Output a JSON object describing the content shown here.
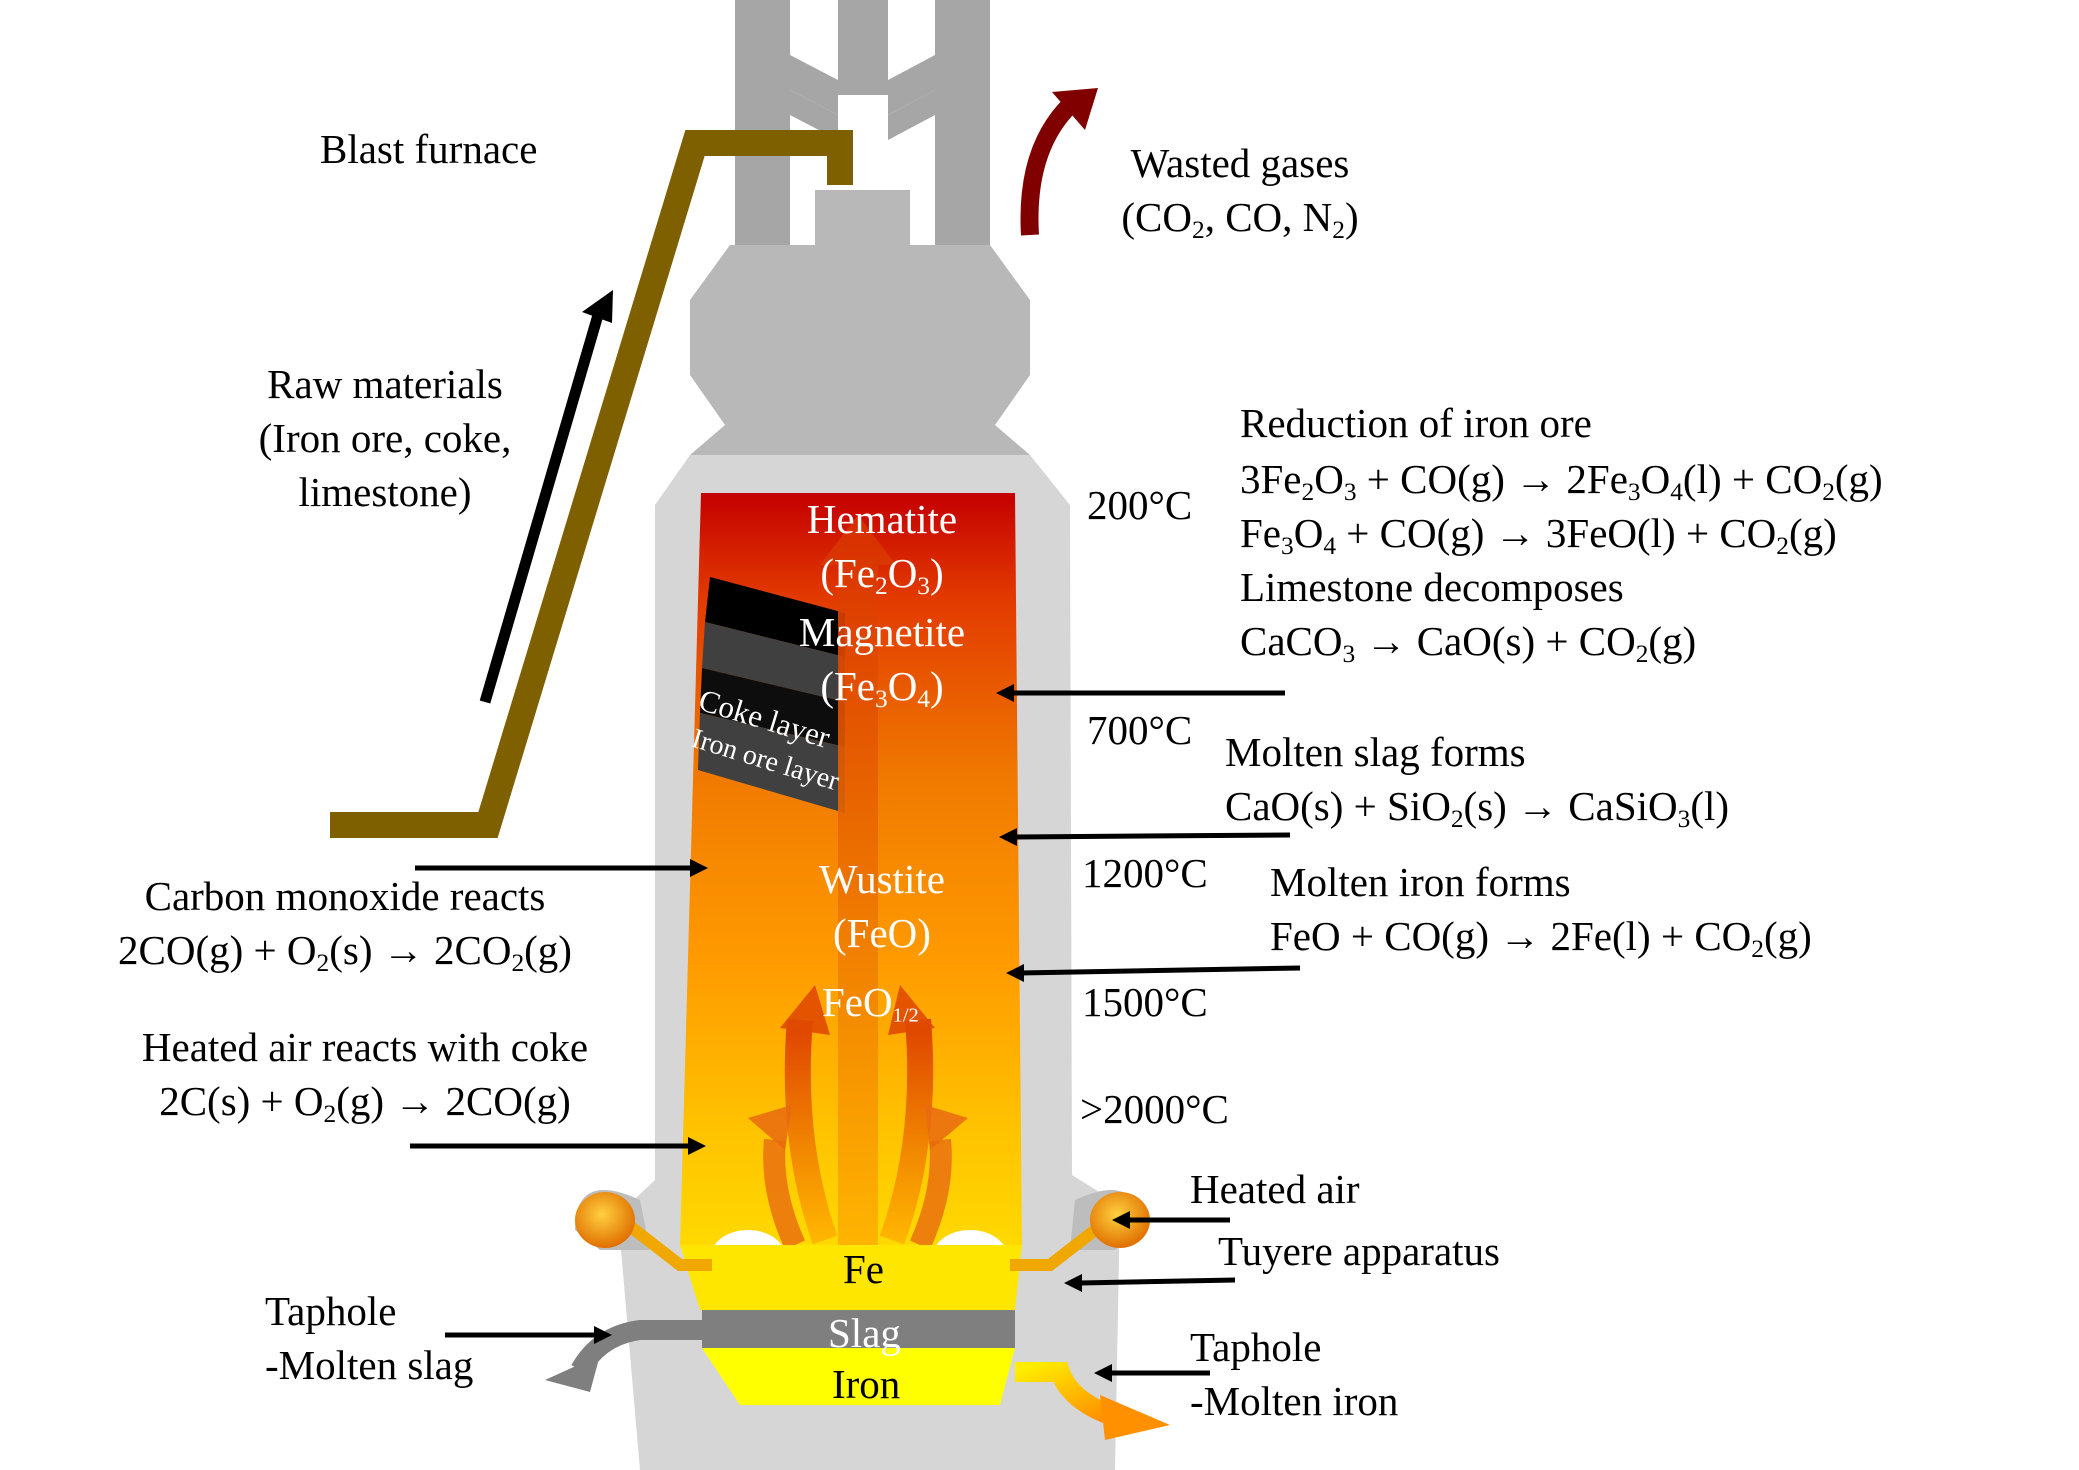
{
  "title": "Blast furnace",
  "raw_materials": {
    "line1": "Raw materials",
    "line2": "(Iron ore, coke,",
    "line3": "limestone)"
  },
  "wasted_gases": {
    "line1": "Wasted gases",
    "line2": {
      "a": "(CO",
      "b": "2",
      "c": ", CO, N",
      "d": "2",
      "e": ")"
    }
  },
  "temperatures": {
    "t200": "200°C",
    "t700": "700°C",
    "t1200": "1200°C",
    "t1500": "1500°C",
    "t2000": ">2000°C"
  },
  "zones": {
    "hematite": {
      "name": "Hematite",
      "f": {
        "a": "(Fe",
        "b": "2",
        "c": "O",
        "d": "3",
        "e": ")"
      }
    },
    "magnetite": {
      "name": "Magnetite",
      "f": {
        "a": "(Fe",
        "b": "3",
        "c": "O",
        "d": "4",
        "e": ")"
      }
    },
    "coke_layer": "Coke layer",
    "iron_ore_layer": "Iron ore layer",
    "wustite": {
      "name": "Wustite",
      "formula": "(FeO)"
    },
    "feo_half": {
      "a": "FeO",
      "b": "1/2"
    },
    "fe": "Fe",
    "slag": "Slag",
    "iron": "Iron"
  },
  "reduction": {
    "title": "Reduction of iron ore",
    "eq1": {
      "a": "3Fe",
      "b": "2",
      "c": "O",
      "d": "3",
      "e": " + CO(g) → 2Fe",
      "f": "3",
      "g": "O",
      "h": "4",
      "i": "(l) + CO",
      "j": "2",
      "k": "(g)"
    },
    "eq2": {
      "a": "Fe",
      "b": "3",
      "c": "O",
      "d": "4",
      "e": " + CO(g) → 3FeO(l) + CO",
      "f": "2",
      "g": "(g)"
    },
    "limestone_title": "Limestone decomposes",
    "eq3": {
      "a": "CaCO",
      "b": "3",
      "c": " → CaO(s) + CO",
      "d": "2",
      "e": "(g)"
    }
  },
  "slag_forms": {
    "title": "Molten slag forms",
    "eq": {
      "a": "CaO(s) + SiO",
      "b": "2",
      "c": "(s) → CaSiO",
      "d": "3",
      "e": "(l)"
    }
  },
  "iron_forms": {
    "title": "Molten iron forms",
    "eq": {
      "a": "FeO + CO(g) → 2Fe(l) + CO",
      "b": "2",
      "c": "(g)"
    }
  },
  "co_reacts": {
    "title": "Carbon monoxide reacts",
    "eq": {
      "a": "2CO(g) + O",
      "b": "2",
      "c": "(s) → 2CO",
      "d": "2",
      "e": "(g)"
    }
  },
  "air_coke": {
    "title": "Heated air reacts with coke",
    "eq": {
      "a": "2C(s) + O",
      "b": "2",
      "c": "(g) → 2CO(g)"
    }
  },
  "heated_air": "Heated air",
  "tuyere": "Tuyere apparatus",
  "taphole_slag": {
    "line1": "Taphole",
    "line2": "-Molten slag"
  },
  "taphole_iron": {
    "line1": "Taphole",
    "line2": "-Molten iron"
  },
  "colors": {
    "shell": "#d6d6d6",
    "chimney": "#a6a6a6",
    "top": "#b8b8b8",
    "feed_pipe": "#7f6000",
    "hot_top": "#c00000",
    "hot_mid": "#ff8c00",
    "hot_bottom": "#ffd700",
    "slag": "#7f7f7f",
    "iron": "#ffff00",
    "gas_arrow": "#800000"
  }
}
